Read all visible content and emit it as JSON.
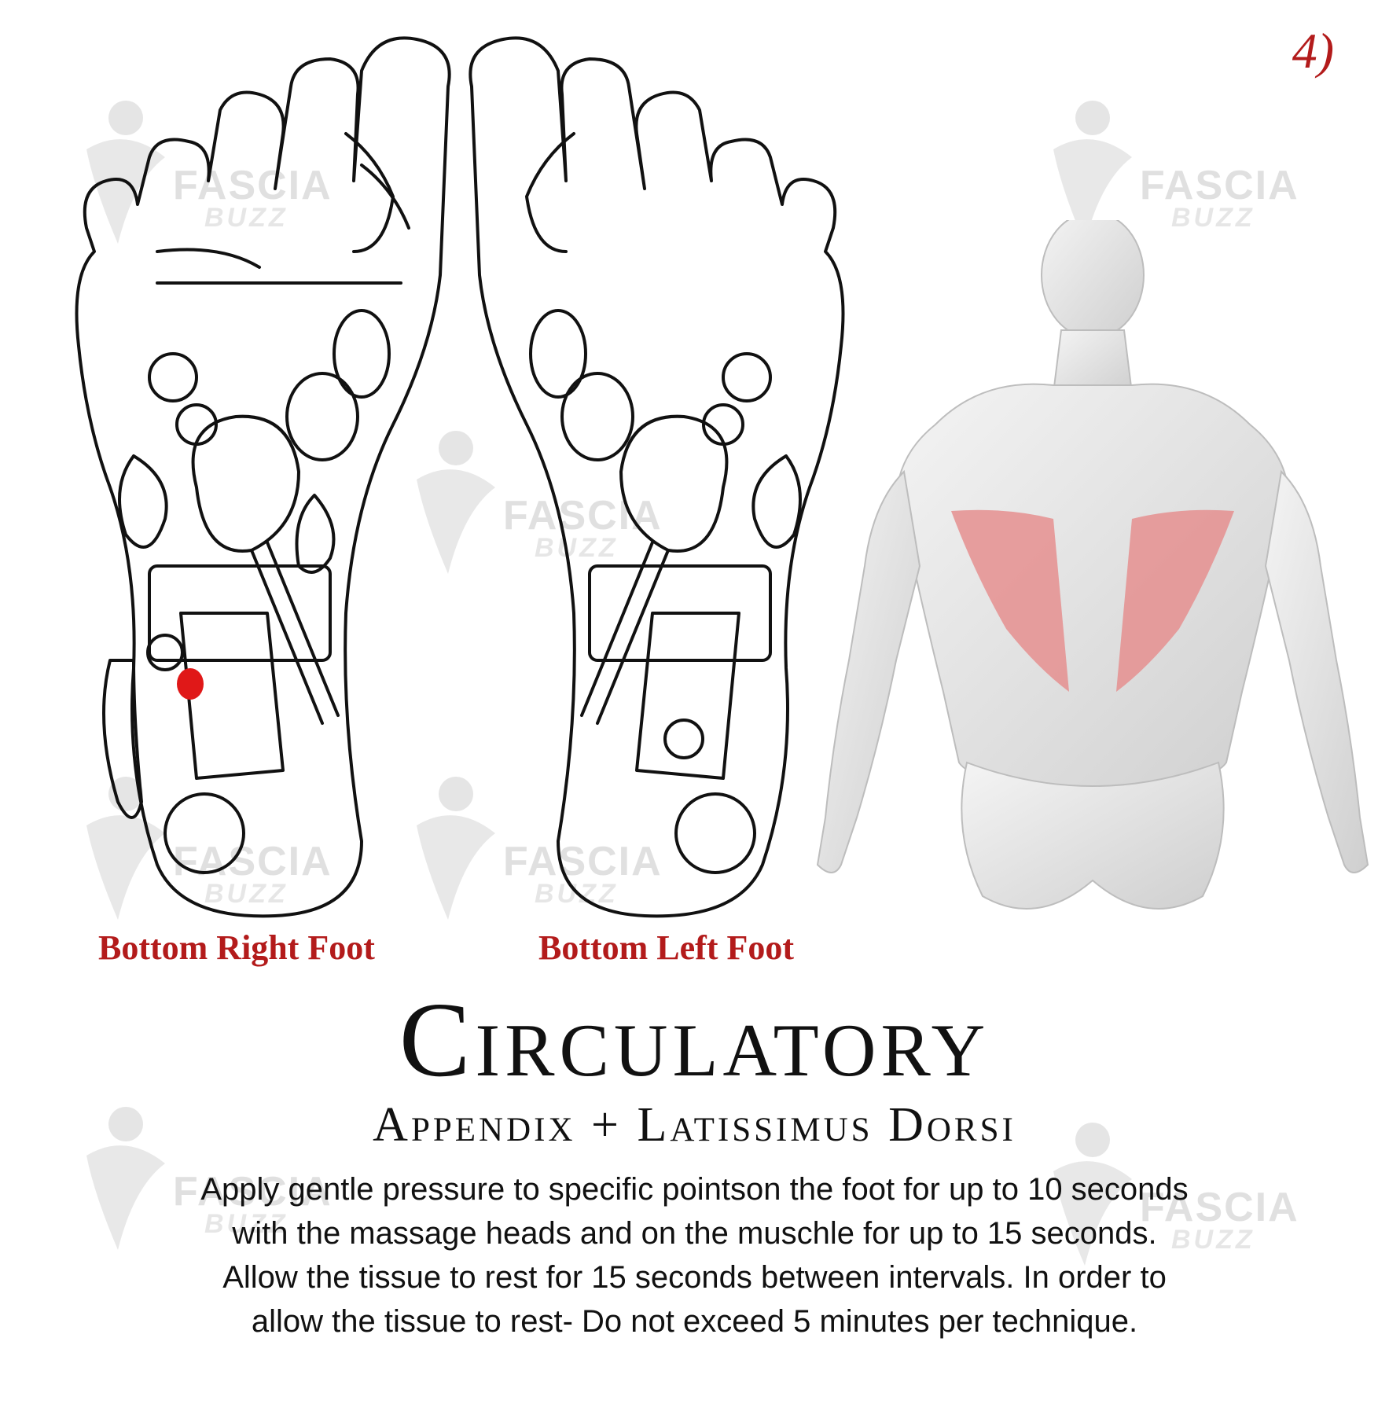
{
  "page_number": "4)",
  "watermark": {
    "line1": "FASCIA",
    "line2": "BUZZ"
  },
  "labels": {
    "right_foot": "Bottom Right Foot",
    "left_foot": "Bottom Left Foot"
  },
  "title": "Circulatory",
  "subtitle": "Appendix + Latissimus Dorsi",
  "instructions": [
    "Apply gentle pressure to specific pointson the foot for up to 10 seconds",
    "with the massage heads and on the muschle for up to 15 seconds.",
    "Allow the tissue to rest for 15 seconds between intervals.  In order to",
    "allow the tissue to rest- Do not exceed 5 minutes per technique."
  ],
  "colors": {
    "label_red": "#b31b1b",
    "highlight_muscle": "#e58f8f",
    "pressure_point": "#e01818",
    "line": "#111111"
  }
}
